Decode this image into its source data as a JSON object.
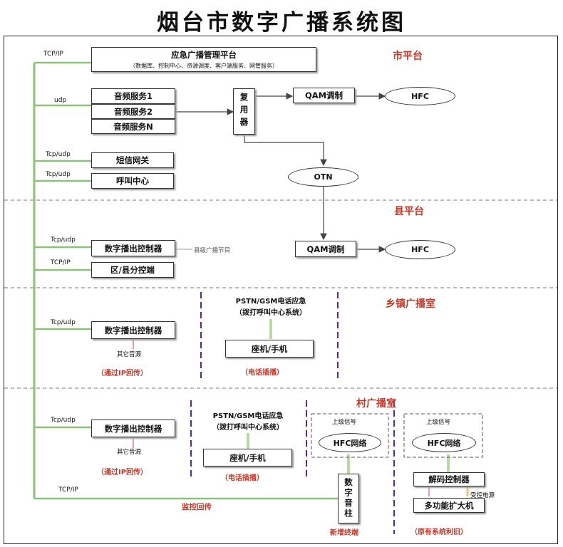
{
  "title": "烟台市数字广播系统图",
  "sections": {
    "city": "市平台",
    "county": "县平台",
    "town": "乡镇广播室",
    "village": "村广播室"
  },
  "city": {
    "mgmt_title": "应急广播管理平台",
    "mgmt_sub": "（数据库、控制中心、资源调度、客户端服务、网管服务）",
    "audio1": "音频服务1",
    "audio2": "音频服务2",
    "audioN": "音频服务N",
    "mux": "复用器",
    "qam": "QAM调制",
    "hfc": "HFC",
    "sms": "短信网关",
    "call": "呼叫中心",
    "otn": "OTN"
  },
  "county": {
    "ctrl": "数字播出控制器",
    "program": "县级广播节目",
    "district": "区/县分控端",
    "qam": "QAM调制",
    "hfc": "HFC"
  },
  "town": {
    "ctrl": "数字播出控制器",
    "other_src": "其它音源",
    "ip_back": "（通过IP回传）",
    "pstn1": "PSTN/GSM电话应急",
    "pstn2": "（拨打呼叫中心系统）",
    "phone": "座机/手机",
    "phone_insert": "（电话插播）"
  },
  "village": {
    "ctrl": "数字播出控制器",
    "other_src": "其它音源",
    "ip_back": "（通过IP回传）",
    "pstn1": "PSTN/GSM电话应急",
    "pstn2": "（拨打呼叫中心系统）",
    "phone": "座机/手机",
    "phone_insert": "（电话插播）",
    "upper_signal_1": "上级信号",
    "hfc_net_1": "HFC网络",
    "column": "数字音柱",
    "new_terminal": "新增终端",
    "upper_signal_2": "上级信号",
    "hfc_net_2": "HFC网络",
    "decoder": "解码控制器",
    "ctrl_power": "受控电源",
    "amp": "多功能扩大机",
    "reuse": "（原有系统利旧）",
    "monitor_back": "监控回传"
  },
  "links": {
    "tcpip_1": "TCP/IP",
    "udp": "udp",
    "tcpudp_1": "Tcp/udp",
    "tcpudp_2": "Tcp/udp",
    "tcpudp_3": "Tcp/udp",
    "tcpip_2": "TCP/IP",
    "tcpudp_4": "Tcp/udp",
    "tcpudp_5": "Tcp/udp",
    "tcpip_3": "TCP/IP"
  },
  "colors": {
    "trunk": "#8fbf7a",
    "arrow": "#444444",
    "divider_purple": "#5b2a86",
    "section_red": "#c0392b",
    "pink": "#e8a0a0",
    "amber": "#f1c27d"
  }
}
